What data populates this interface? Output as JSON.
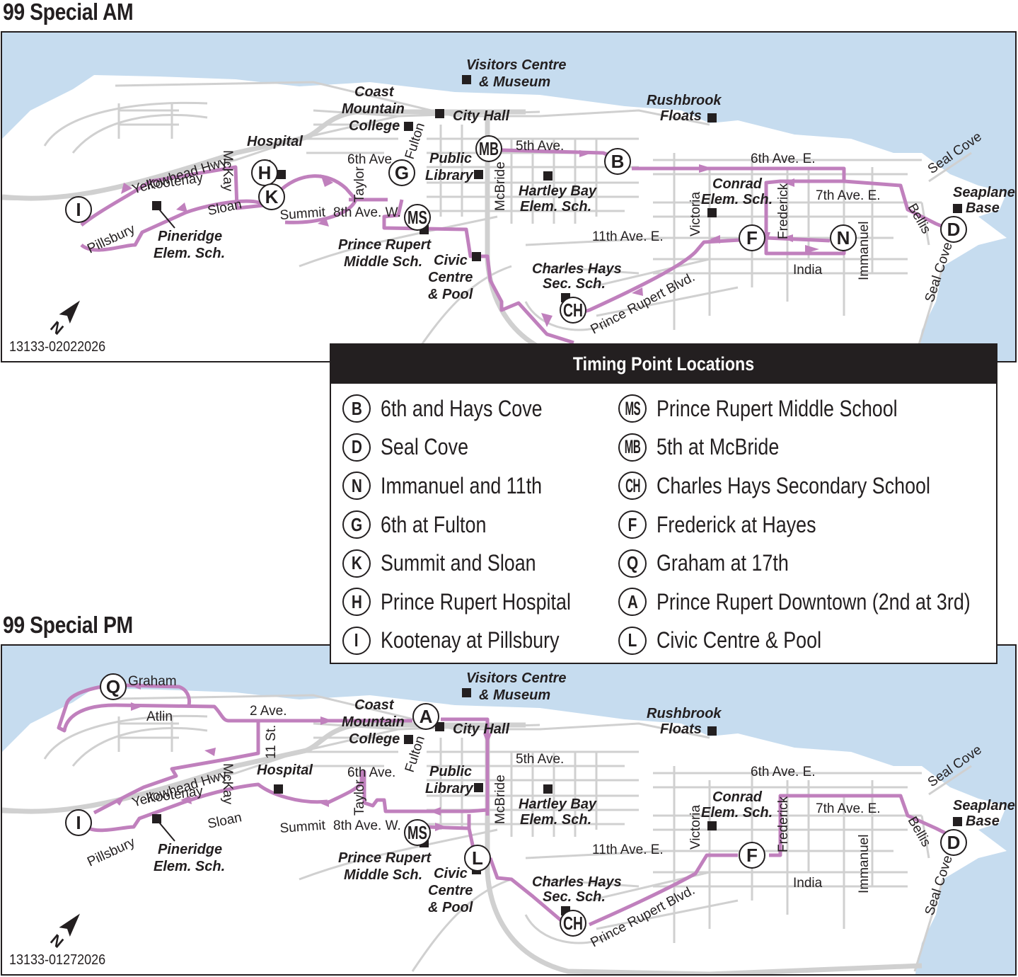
{
  "am_map": {
    "title": "99 Special AM",
    "map_id": "13133-02022026",
    "streets": {
      "yellowhead": "Yellowhead Hwy.",
      "kootenay": "Kootenay",
      "mckay": "McKay",
      "sloan": "Sloan",
      "pillsbury": "Pillsbury",
      "summit": "Summit",
      "sixth_ave": "6th Ave",
      "taylor": "Taylor",
      "eighth_ave_w": "8th Ave. W.",
      "fulton": "Fulton",
      "mcbride": "McBride",
      "fifth_ave": "5th Ave.",
      "sixth_ave_e": "6th Ave. E.",
      "seventh_ave_e": "7th Ave. E.",
      "eleventh_ave_e": "11th Ave. E.",
      "victoria": "Victoria",
      "frederick": "Frederick",
      "india": "India",
      "immanuel": "Immanuel",
      "bellis": "Bellis",
      "seal_cove_n": "Seal Cove",
      "seal_cove_s": "Seal Cove",
      "prince_rupert_blvd": "Prince Rupert Blvd."
    },
    "landmarks": {
      "hospital": "Hospital",
      "pineridge_1": "Pineridge",
      "pineridge_2": "Elem. Sch.",
      "coast_1": "Coast",
      "coast_2": "Mountain",
      "coast_3": "College",
      "visitors_1": "Visitors Centre",
      "visitors_2": "& Museum",
      "city_hall": "City Hall",
      "library_1": "Public",
      "library_2": "Library",
      "hartley_1": "Hartley Bay",
      "hartley_2": "Elem. Sch.",
      "prms_1": "Prince Rupert",
      "prms_2": "Middle Sch.",
      "civic_1": "Civic",
      "civic_2": "Centre",
      "civic_3": "& Pool",
      "charles_1": "Charles Hays",
      "charles_2": "Sec. Sch.",
      "rushbrook_1": "Rushbrook",
      "rushbrook_2": "Floats",
      "conrad_1": "Conrad",
      "conrad_2": "Elem. Sch.",
      "seaplane_1": "Seaplane",
      "seaplane_2": "Base"
    },
    "timing_points": [
      "I",
      "H",
      "K",
      "G",
      "MB",
      "MS",
      "B",
      "CH",
      "F",
      "N",
      "D"
    ]
  },
  "pm_map": {
    "title": "99 Special PM",
    "map_id": "13133-01272026",
    "streets": {
      "graham": "Graham",
      "atlin": "Atlin",
      "two_ave": "2 Ave.",
      "eleven_st": "11 St.",
      "yellowhead": "Yellowhead Hwy.",
      "kootenay": "Kootenay",
      "mckay": "McKay",
      "sloan": "Sloan",
      "pillsbury": "Pillsbury",
      "summit": "Summit",
      "sixth_ave": "6th Ave.",
      "taylor": "Taylor",
      "eighth_ave_w": "8th Ave. W.",
      "fulton": "Fulton",
      "mcbride": "McBride",
      "fifth_ave": "5th Ave.",
      "sixth_ave_e": "6th Ave. E.",
      "seventh_ave_e": "7th Ave. E.",
      "eleventh_ave_e": "11th Ave. E.",
      "victoria": "Victoria",
      "frederick": "Frederick",
      "india": "India",
      "immanuel": "Immanuel",
      "bellis": "Bellis",
      "seal_cove_n": "Seal Cove",
      "seal_cove_s": "Seal Cove",
      "prince_rupert_blvd": "Prince Rupert Blvd."
    },
    "landmarks": {
      "hospital": "Hospital",
      "pineridge_1": "Pineridge",
      "pineridge_2": "Elem. Sch.",
      "coast_1": "Coast",
      "coast_2": "Mountain",
      "coast_3": "College",
      "visitors_1": "Visitors Centre",
      "visitors_2": "& Museum",
      "city_hall": "City Hall",
      "library_1": "Public",
      "library_2": "Library",
      "hartley_1": "Hartley Bay",
      "hartley_2": "Elem. Sch.",
      "prms_1": "Prince Rupert",
      "prms_2": "Middle Sch.",
      "civic_1": "Civic",
      "civic_2": "Centre",
      "civic_3": "& Pool",
      "charles_1": "Charles Hays",
      "charles_2": "Sec. Sch.",
      "rushbrook_1": "Rushbrook",
      "rushbrook_2": "Floats",
      "conrad_1": "Conrad",
      "conrad_2": "Elem. Sch.",
      "seaplane_1": "Seaplane",
      "seaplane_2": "Base"
    },
    "timing_points": [
      "Q",
      "A",
      "I",
      "MS",
      "L",
      "CH",
      "F",
      "D"
    ]
  },
  "legend": {
    "title": "Timing Point Locations",
    "left": [
      {
        "code": "B",
        "label": "6th and Hays Cove"
      },
      {
        "code": "D",
        "label": "Seal Cove"
      },
      {
        "code": "N",
        "label": "Immanuel and 11th"
      },
      {
        "code": "G",
        "label": "6th at Fulton"
      },
      {
        "code": "K",
        "label": "Summit and Sloan"
      },
      {
        "code": "H",
        "label": "Prince Rupert Hospital"
      },
      {
        "code": "I",
        "label": "Kootenay at Pillsbury"
      }
    ],
    "right": [
      {
        "code": "MS",
        "label": "Prince Rupert Middle School"
      },
      {
        "code": "MB",
        "label": "5th at McBride"
      },
      {
        "code": "CH",
        "label": "Charles Hays Secondary School"
      },
      {
        "code": "F",
        "label": "Frederick at Hayes"
      },
      {
        "code": "Q",
        "label": "Graham at 17th"
      },
      {
        "code": "A",
        "label": "Prince Rupert Downtown (2nd at 3rd)"
      },
      {
        "code": "L",
        "label": "Civic Centre & Pool"
      }
    ]
  },
  "colors": {
    "water": "#c6dcef",
    "land": "#ffffff",
    "street": "#d0d0d0",
    "route": "#c080bd",
    "ink": "#231f20"
  },
  "icons": {
    "north_arrow": "north-arrow-icon",
    "landmark": "square-landmark-icon"
  }
}
